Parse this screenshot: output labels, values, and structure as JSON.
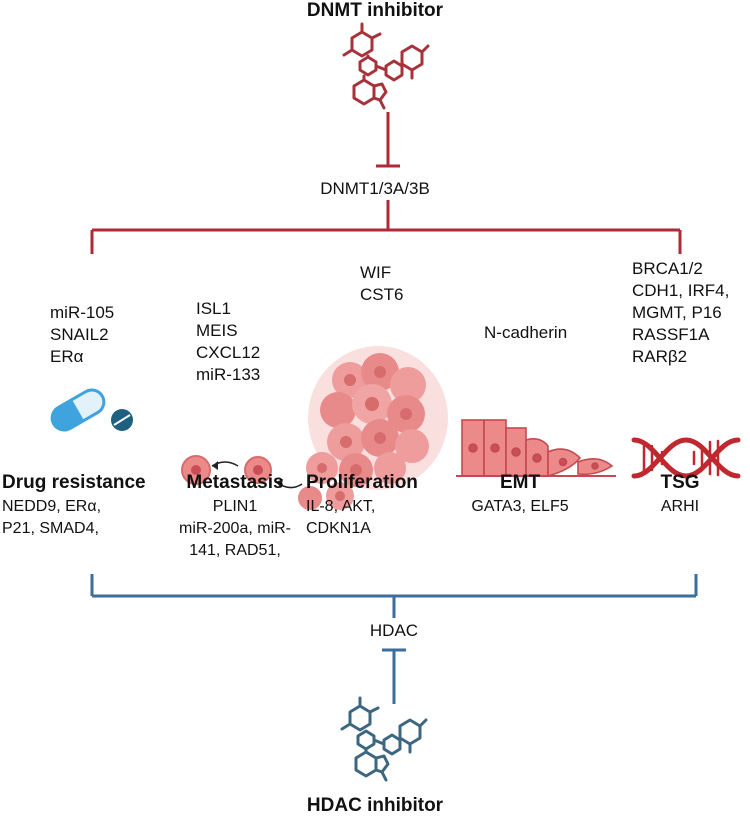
{
  "top": {
    "title": "DNMT inhibitor",
    "target": "DNMT1/3A/3B"
  },
  "bottom": {
    "title": "HDAC inhibitor",
    "target": "HDAC"
  },
  "dnmt_gene_groups": {
    "drug": [
      "miR-105",
      "SNAIL2",
      "ERα"
    ],
    "metastasis": [
      "ISL1",
      "MEIS",
      "CXCL12",
      "miR-133"
    ],
    "proliferation": [
      "WIF",
      "CST6"
    ],
    "emt": [
      "N-cadherin"
    ],
    "tsg": [
      "BRCA1/2",
      "CDH1, IRF4,",
      "MGMT, P16",
      "RASSF1A",
      "RARβ2"
    ]
  },
  "categories": [
    {
      "name": "Drug resistance",
      "hdac_genes": [
        "NEDD9, ERα,",
        "P21, SMAD4,"
      ]
    },
    {
      "name": "Metastasis",
      "hdac_genes": [
        "PLIN1",
        "miR-200a, miR-",
        "141, RAD51,"
      ]
    },
    {
      "name": "Proliferation",
      "hdac_genes": [
        "IL-8, AKT,",
        "CDKN1A"
      ]
    },
    {
      "name": "EMT",
      "hdac_genes": [
        "GATA3, ELF5"
      ]
    },
    {
      "name": "TSG",
      "hdac_genes": [
        "ARHI"
      ]
    }
  ],
  "colors": {
    "dnmt": "#b02a35",
    "hdac": "#3b6e9e",
    "molecule_red": "#a8323a",
    "molecule_blue": "#3d6680",
    "cell": "#ec8a8a",
    "pill_blue": "#3fa3dd",
    "pill_dark": "#1f5f7f"
  }
}
